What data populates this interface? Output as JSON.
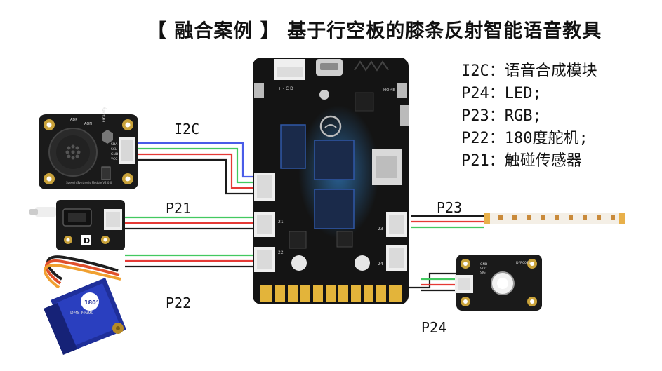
{
  "title": "【 融合案例 】 基于行空板的膝条反射智能语音教具",
  "wire_labels": {
    "i2c": "I2C",
    "p21": "P21",
    "p22": "P22",
    "p23": "P23",
    "p24": "P24"
  },
  "pin_map": [
    "I2C：语音合成模块",
    "P24：LED;",
    "P23：RGB;",
    "P22：180度舵机;",
    "P21：触碰传感器"
  ],
  "board": {
    "connector_i2c_text": "+ - C D",
    "home_label": "HOME",
    "port_labels": [
      "21",
      "22",
      "23",
      "24"
    ]
  },
  "speaker_module": {
    "brand": "Gravity",
    "aon": "AON",
    "adp": "ADP",
    "pins": [
      "SDA",
      "SCL",
      "GND",
      "VCC"
    ],
    "module_name": "Speech Synthesis Module V2.0.0"
  },
  "touch_sensor": {
    "label": "D"
  },
  "servo": {
    "angle": "180°",
    "model": "DMS-MG90"
  },
  "led_module": {
    "pins": [
      "GND",
      "VCC",
      "SIG"
    ],
    "code": "DFR0021"
  },
  "colors": {
    "wire_black": "#1a1a1a",
    "wire_red": "#e53935",
    "wire_green": "#43c960",
    "wire_blue": "#4a5ce8",
    "board": "#141414",
    "gold": "#e3b43a"
  }
}
